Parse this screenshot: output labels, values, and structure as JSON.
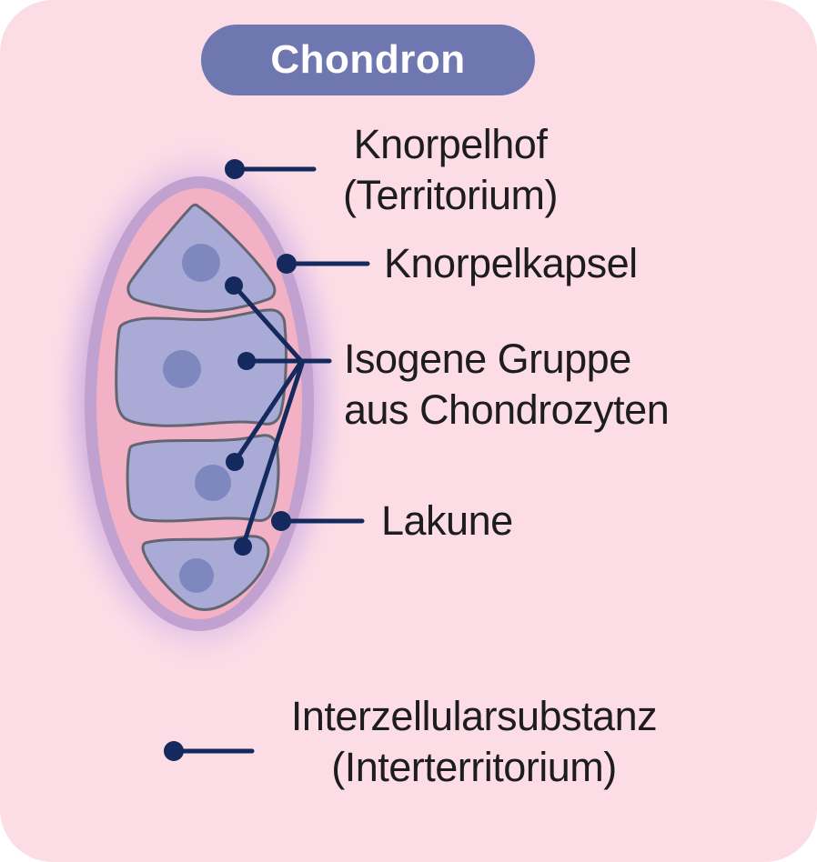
{
  "title": "Chondron",
  "labels": {
    "knorpelhof": "Knorpelhof\n(Territorium)",
    "knorpelkapsel": "Knorpelkapsel",
    "isogene_gruppe": "Isogene Gruppe\naus Chondrozyten",
    "lakune": "Lakune",
    "interzellularsubstanz": "Interzellularsubstanz\n(Interterritorium)"
  },
  "diagram": {
    "subject": "Chondron",
    "chondrocyte_count": 4,
    "labeled_parts": [
      "Knorpelhof (Territorium)",
      "Knorpelkapsel",
      "Isogene Gruppe aus Chondrozyten",
      "Lakune",
      "Interzellularsubstanz (Interterritorium)"
    ]
  },
  "colors": {
    "card_background": "#fcdde6",
    "title_pill": "#6f77b0",
    "title_text": "#ffffff",
    "label_text": "#1d1c21",
    "pointer_navy": "#14295e",
    "capsule_ring_mauve": "#c1a1cf",
    "territory_pink": "#f2b1c4",
    "cell_body": "#a9abd6",
    "cell_outline": "#636672",
    "nucleus": "#7e88be",
    "glow_violet": "#d9b9e6"
  }
}
